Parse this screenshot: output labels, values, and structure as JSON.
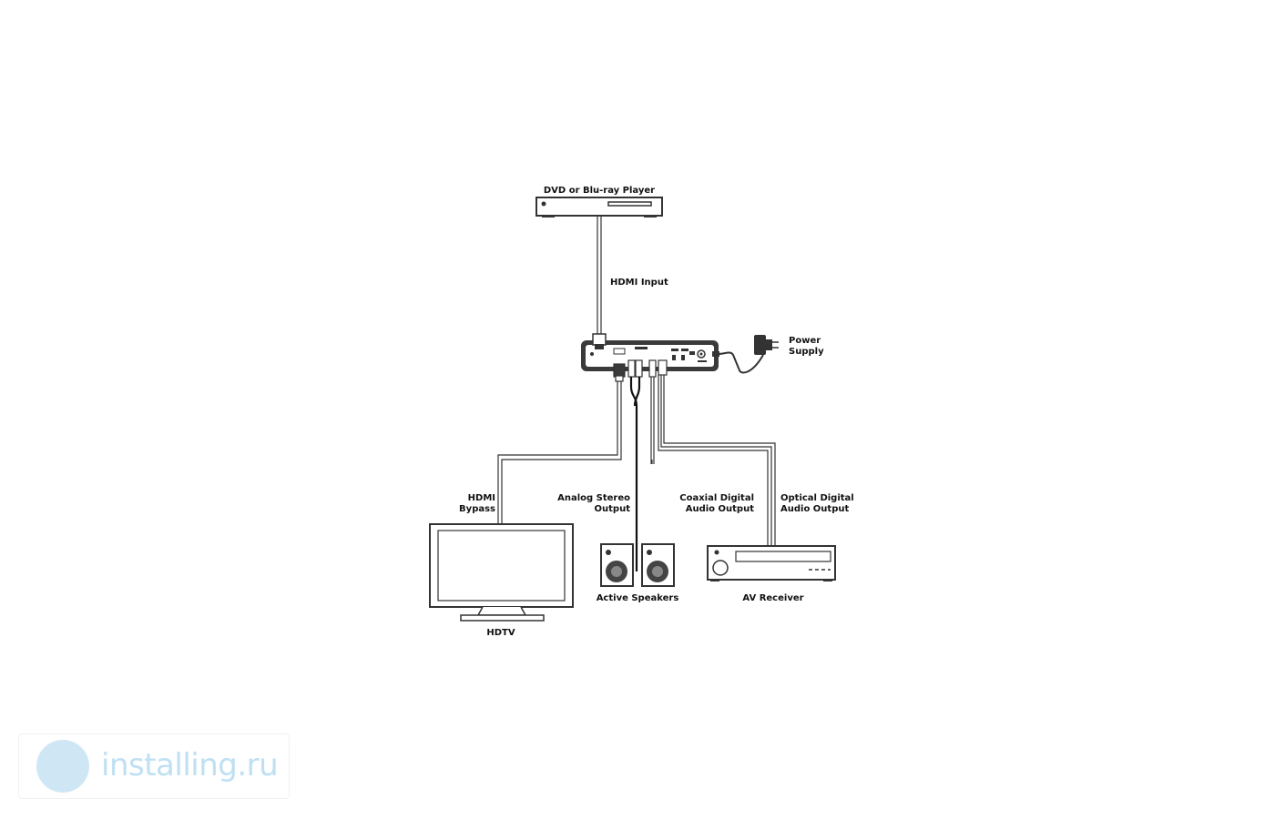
{
  "devices": {
    "dvd_player": "DVD or Blu-ray Player",
    "hdtv": "HDTV",
    "active_speakers": "Active Speakers",
    "av_receiver": "AV Receiver",
    "power_supply_line1": "Power",
    "power_supply_line2": "Supply"
  },
  "connections": {
    "hdmi_input": "HDMI Input",
    "hdmi_bypass_line1": "HDMI",
    "hdmi_bypass_line2": "Bypass",
    "analog_line1": "Analog Stereo",
    "analog_line2": "Output",
    "coaxial_line1": "Coaxial Digital",
    "coaxial_line2": "Audio Output",
    "optical_line1": "Optical Digital",
    "optical_line2": "Audio Output"
  },
  "watermark": {
    "text": "installing.ru"
  },
  "colors": {
    "line": "#333333",
    "device_fill": "#ffffff",
    "extractor_fill": "#3a3a3a",
    "watermark": "#bfe0f3"
  }
}
